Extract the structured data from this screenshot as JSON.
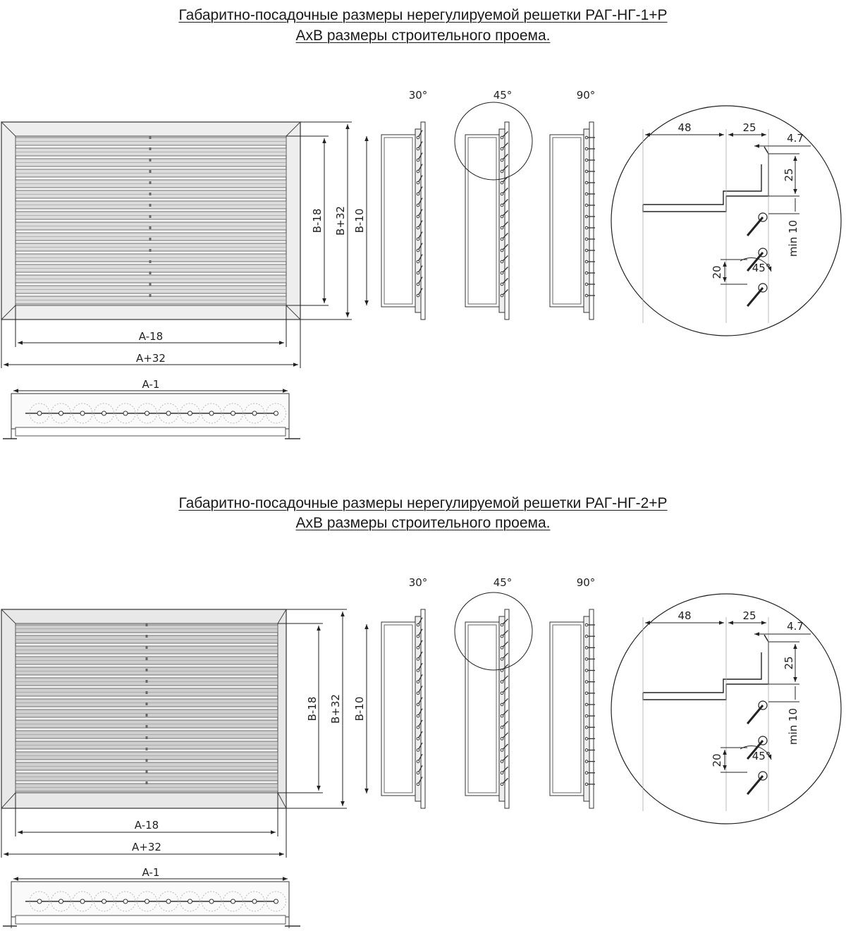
{
  "sections": [
    {
      "title_line1": "Габаритно-посадочные размеры нерегулируемой решетки РАГ-НГ-1+Р",
      "title_line2": "АхВ размеры строительного проема.",
      "dims": {
        "height_inner": "B-18",
        "height_outer": "B+32",
        "height_side": "B-10",
        "width_inner": "A-18",
        "width_outer": "A+32",
        "width_bottom": "A-1"
      },
      "angles": [
        "30°",
        "45°",
        "90°"
      ],
      "detail": {
        "d48": "48",
        "d25top": "25",
        "d47": "4.7",
        "d25side": "25",
        "min10": "min 10",
        "d20": "20",
        "angle": "45°"
      }
    },
    {
      "title_line1": "Габаритно-посадочные размеры нерегулируемой решетки РАГ-НГ-2+Р",
      "title_line2": "АхВ размеры строительного проема.",
      "dims": {
        "height_inner": "B-18",
        "height_outer": "B+32",
        "height_side": "B-10",
        "width_inner": "A-18",
        "width_outer": "A+32",
        "width_bottom": "A-1"
      },
      "angles": [
        "30°",
        "45°",
        "90°"
      ],
      "detail": {
        "d48": "48",
        "d25top": "25",
        "d47": "4.7",
        "d25side": "25",
        "min10": "min 10",
        "d20": "20",
        "angle": "45°"
      }
    }
  ]
}
